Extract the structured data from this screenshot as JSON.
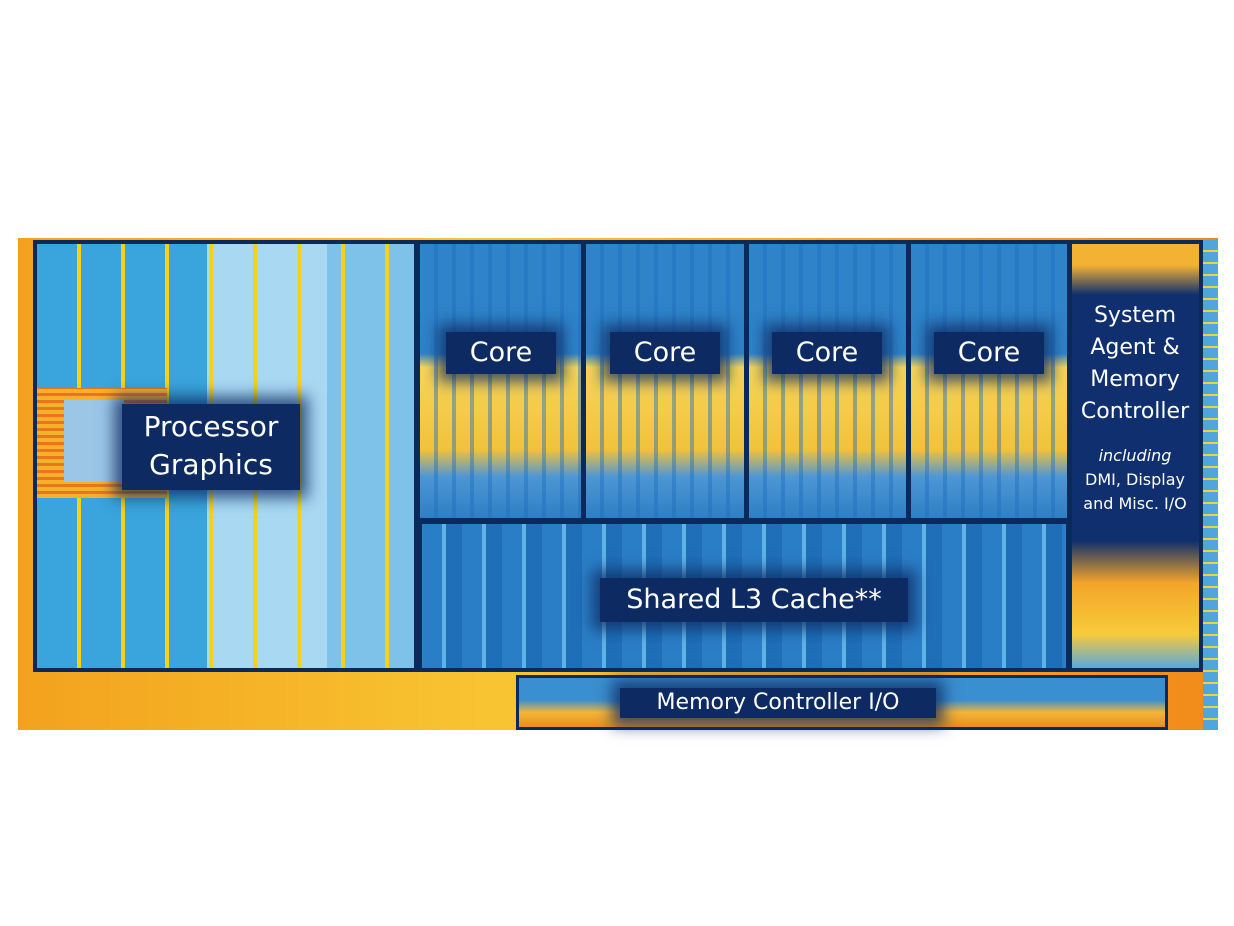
{
  "diagram": {
    "regions": {
      "graphics": "Processor Graphics",
      "graphics_line1": "Processor",
      "graphics_line2": "Graphics",
      "cores": [
        "Core",
        "Core",
        "Core",
        "Core"
      ],
      "l3": "Shared L3 Cache**",
      "system_agent": {
        "line1": "System",
        "line2": "Agent &",
        "line3": "Memory",
        "line4": "Controller",
        "sub_italic": "including",
        "sub1": "DMI, Display",
        "sub2": "and Misc. I/O"
      },
      "memory_io": "Memory Controller I/O"
    },
    "colors": {
      "label_bg": "#0d2a62",
      "border": "#0b2a5c"
    }
  }
}
